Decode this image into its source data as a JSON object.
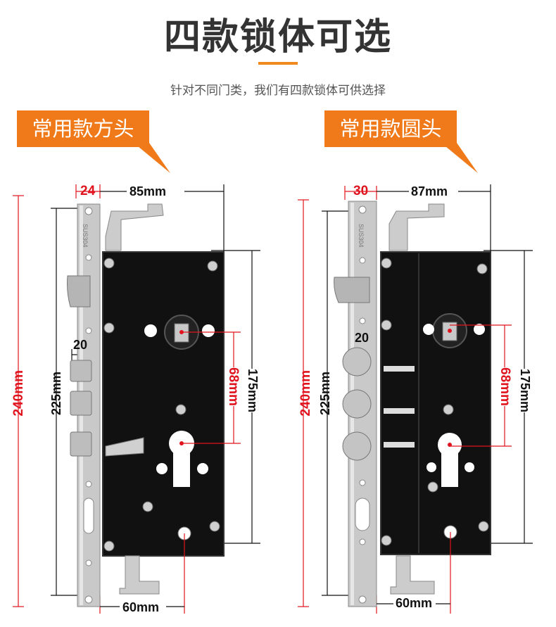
{
  "header": {
    "title": "四款锁体可选",
    "subtitle": "针对不同门类，我们有四款锁体可供选择",
    "accent_color": "#f07a1a"
  },
  "locks": [
    {
      "tag": "常用款方头",
      "dim_top_small": "24",
      "dim_top_width": "85mm",
      "dim_bolt": "20",
      "dim_total_height": "240mm",
      "dim_inner_height": "225mm",
      "dim_handle_gap": "68mm",
      "dim_body_height": "175mm",
      "dim_backset": "60mm",
      "faceplate_mark": "SUS304",
      "bolt_shape": "square"
    },
    {
      "tag": "常用款圆头",
      "dim_top_small": "30",
      "dim_top_width": "87mm",
      "dim_bolt": "20",
      "dim_total_height": "240mm",
      "dim_inner_height": "225mm",
      "dim_handle_gap": "68mm",
      "dim_body_height": "175mm",
      "dim_backset": "60mm",
      "faceplate_mark": "SUS304",
      "bolt_shape": "round"
    }
  ]
}
